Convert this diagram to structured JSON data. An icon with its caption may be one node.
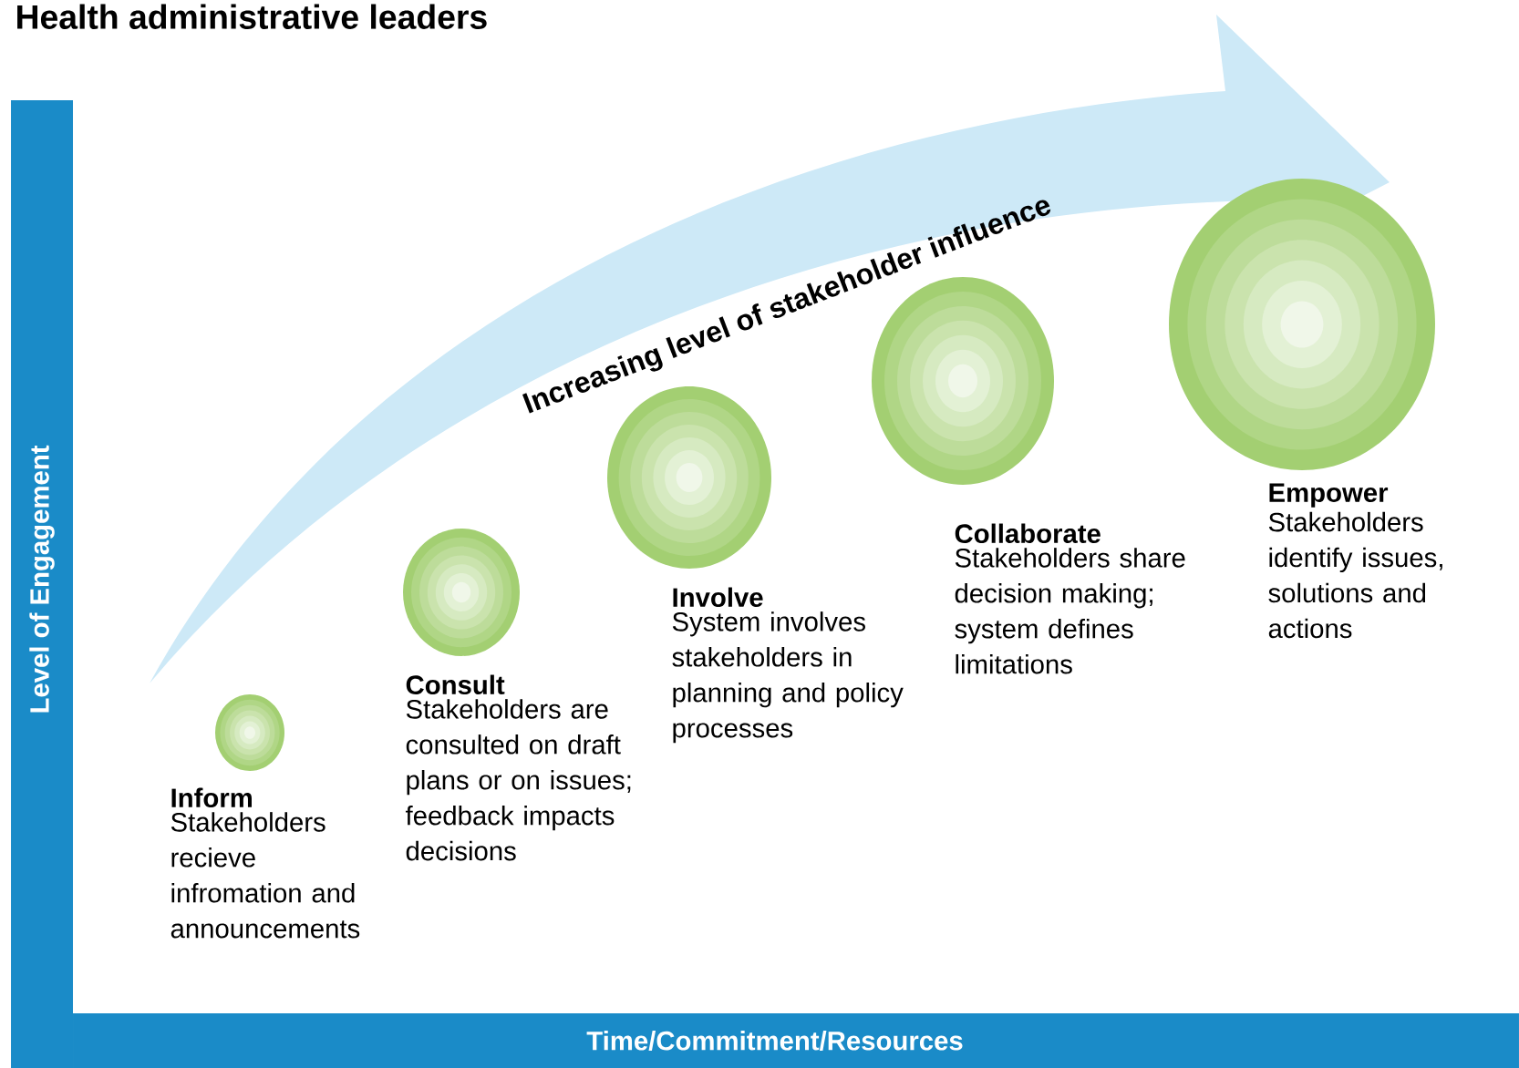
{
  "diagram": {
    "title": "Health administrative leaders",
    "nodes": [
      {
        "text": [],
        "shape": "circle",
        "beside": [
          "Inform",
          "Stakeholders recieve infromation and announcements"
        ]
      },
      {
        "text": [],
        "shape": "circle",
        "beside": [
          "Consult",
          "Stakeholders are consulted on draft plans or on issues; feedback impacts decisions"
        ]
      },
      {
        "text": [],
        "shape": "circle",
        "beside": [
          "Involve",
          "System involves stakeholders in planning and policy processes"
        ]
      },
      {
        "text": [],
        "shape": "circle",
        "beside": [
          "Collaborate",
          "Stakeholders share decision making; system defines limitations"
        ]
      },
      {
        "text": [],
        "shape": "circle",
        "beside": [
          "Empower",
          "Stakeholders identify issues, solutions and actions"
        ]
      }
    ],
    "labels": [
      "Increasing level of stakeholder influence",
      "Level of Engagement",
      "Time/Commitment/Resources"
    ]
  }
}
